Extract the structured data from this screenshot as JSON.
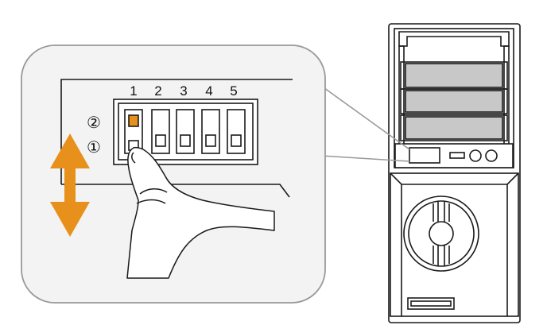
{
  "dip_switch": {
    "switch_numbers": [
      "1",
      "2",
      "3",
      "4",
      "5"
    ],
    "position_labels": {
      "upper": "②",
      "lower": "①"
    },
    "switches": [
      {
        "number": "1",
        "state": "up",
        "highlight": true
      },
      {
        "number": "2",
        "state": "down",
        "highlight": false
      },
      {
        "number": "3",
        "state": "down",
        "highlight": false
      },
      {
        "number": "4",
        "state": "down",
        "highlight": false
      },
      {
        "number": "5",
        "state": "down",
        "highlight": false
      }
    ]
  },
  "icons": {
    "direction_arrow": "double-vertical-arrow-icon",
    "finger": "pointing-finger-icon",
    "device": "pc-tower-front-panel"
  },
  "colors": {
    "accent_orange": "#E8901C",
    "callout_fill": "#F3F3F3",
    "drive_bay_fill": "#C8C8C8",
    "outline": "#1A1A1A"
  }
}
